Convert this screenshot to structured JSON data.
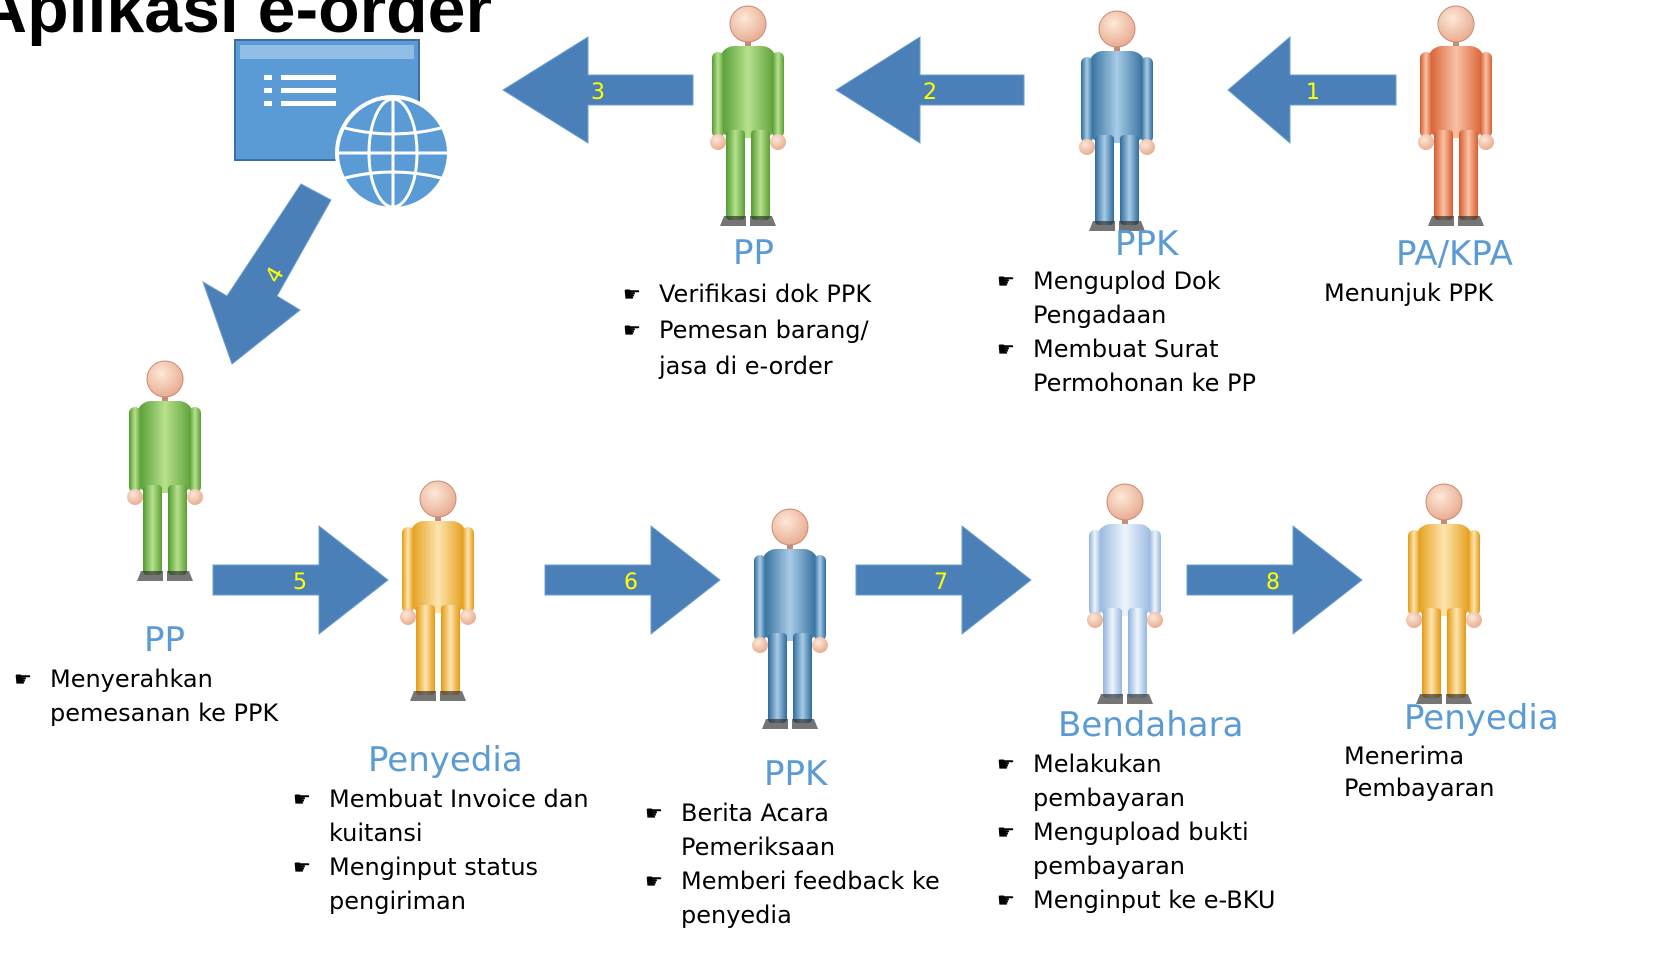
{
  "title": "Aplikasi e-order",
  "bullet_icon": "pointing-hand-bullet-icon",
  "colors": {
    "arrow": "#4a7fb8",
    "role_text": "#5b9bd5",
    "step_number": "#ffff00",
    "pp_figure": "#6fae45",
    "ppk_figure": "#3f7fb0",
    "pa_kpa_figure": "#e0704a",
    "penyedia_figure": "#e8a020",
    "bendahara_figure": "#a9c6e8"
  },
  "steps": [
    "1",
    "2",
    "3",
    "4",
    "5",
    "6",
    "7",
    "8"
  ],
  "actors": {
    "pa_kpa": {
      "role": "PA/KPA",
      "lines": [
        "Menunjuk PPK"
      ]
    },
    "ppk_top": {
      "role": "PPK",
      "items": [
        {
          "lines": [
            "Menguplod Dok",
            "Pengadaan"
          ]
        },
        {
          "lines": [
            "Membuat Surat",
            "Permohonan ke PP"
          ]
        }
      ]
    },
    "pp_top": {
      "role": "PP",
      "items": [
        {
          "lines": [
            "Verifikasi dok PPK"
          ]
        },
        {
          "lines": [
            "Pemesan barang/",
            "jasa di e-order"
          ]
        }
      ]
    },
    "pp_left": {
      "role": "PP",
      "items": [
        {
          "lines": [
            "Menyerahkan",
            "pemesanan ke PPK"
          ]
        }
      ]
    },
    "penyedia_mid": {
      "role": "Penyedia",
      "items": [
        {
          "lines": [
            "Membuat Invoice dan",
            "kuitansi"
          ]
        },
        {
          "lines": [
            "Menginput status",
            "pengiriman"
          ]
        }
      ]
    },
    "ppk_bottom": {
      "role": "PPK",
      "items": [
        {
          "lines": [
            "Berita Acara",
            "Pemeriksaan"
          ]
        },
        {
          "lines": [
            "Memberi feedback ke",
            "penyedia"
          ]
        }
      ]
    },
    "bendahara": {
      "role": "Bendahara",
      "items": [
        {
          "lines": [
            "Melakukan",
            "pembayaran"
          ]
        },
        {
          "lines": [
            "Mengupload bukti",
            "pembayaran"
          ]
        },
        {
          "lines": [
            "Menginput ke e-BKU"
          ]
        }
      ]
    },
    "penyedia_right": {
      "role": "Penyedia",
      "lines": [
        "Menerima",
        "Pembayaran"
      ]
    }
  }
}
